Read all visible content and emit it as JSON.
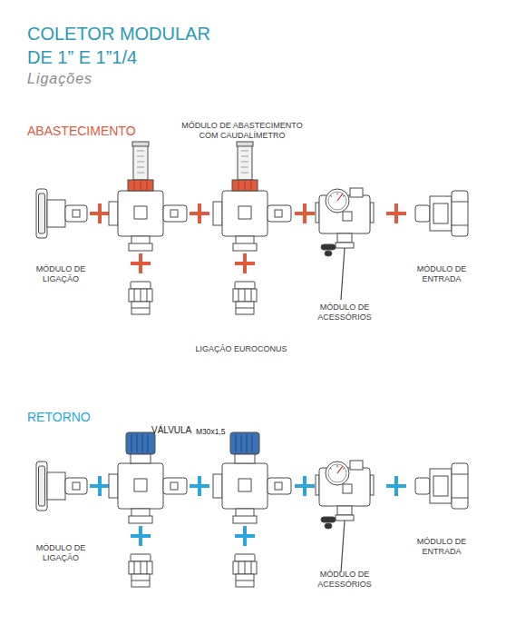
{
  "diagram": {
    "title": "COLETOR MODULAR DE 1” E 1”1/4",
    "labels": [
      "Ligações",
      "ABASTECIMENTO",
      "MÓDULO DE ABASTECIMENTO COM CAUDALÍMETRO",
      "MÓDULO DE LIGAÇÃO",
      "MÓDULO DE ENTRADA",
      "MÓDULO DE ACESSÓRIOS",
      "LIGAÇÃO EUROCONUS",
      "RETORNO",
      "VÁLVULA",
      "M30x1,5",
      "MÓDULO DE LIGAÇÃO",
      "MÓDULO DE ENTRADA",
      "MÓDULO DE ACESSÓRIOS"
    ]
  }
}
